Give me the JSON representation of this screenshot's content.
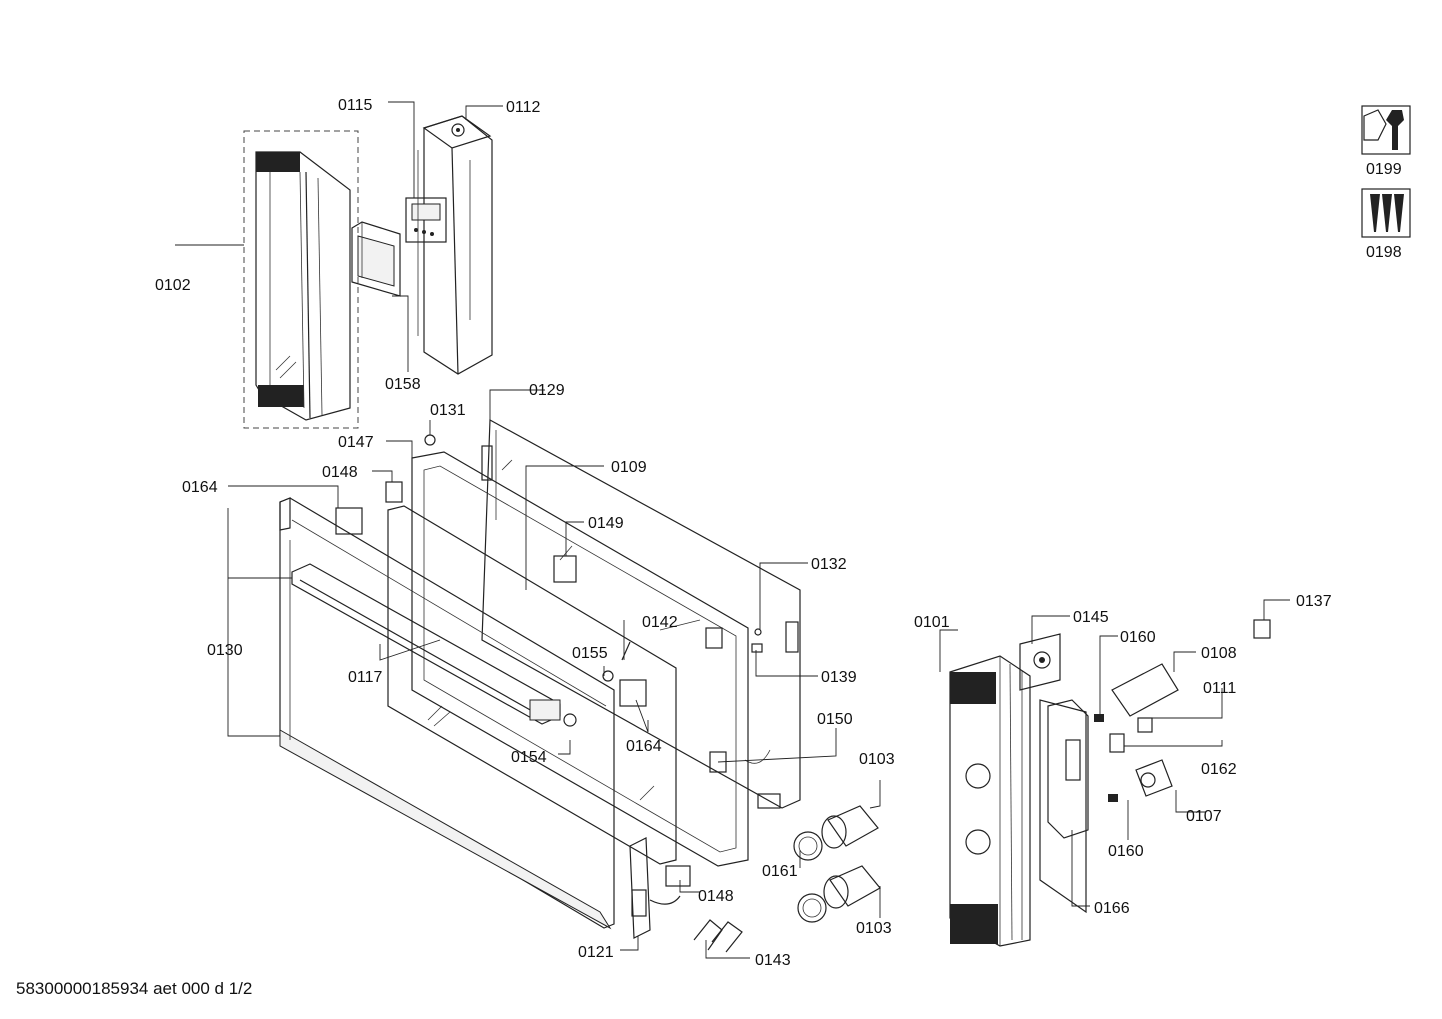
{
  "document_id": "58300000185934 aet 000 d 1/2",
  "callouts": {
    "c0115": "0115",
    "c0112": "0112",
    "c0102": "0102",
    "c0158": "0158",
    "c0129": "0129",
    "c0131": "0131",
    "c0147": "0147",
    "c0109": "0109",
    "c0148a": "0148",
    "c0164a": "0164",
    "c0149": "0149",
    "c0132": "0132",
    "c0145": "0145",
    "c0101": "0101",
    "c0137": "0137",
    "c0160a": "0160",
    "c0108": "0108",
    "c0142": "0142",
    "c0155": "0155",
    "c0139": "0139",
    "c0111": "0111",
    "c0130": "0130",
    "c0117": "0117",
    "c0164b": "0164",
    "c0150": "0150",
    "c0154": "0154",
    "c0103a": "0103",
    "c0162": "0162",
    "c0107": "0107",
    "c0161": "0161",
    "c0160b": "0160",
    "c0148b": "0148",
    "c0166": "0166",
    "c0103b": "0103",
    "c0121": "0121",
    "c0143": "0143",
    "c0199": "0199",
    "c0198": "0198"
  },
  "icons": {
    "service_tool": "wrench-nut-icon",
    "fastener_set": "screws-icon"
  }
}
